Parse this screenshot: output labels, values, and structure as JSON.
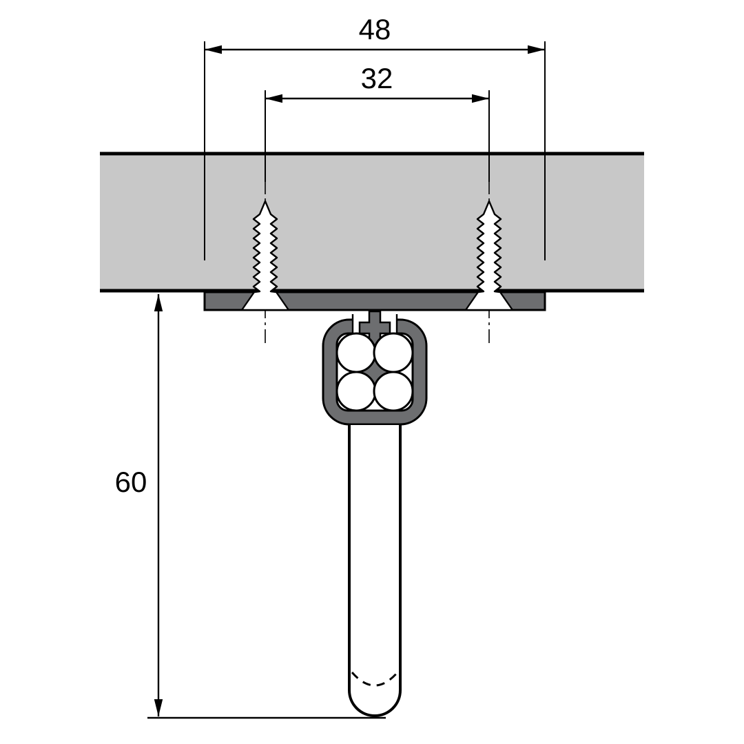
{
  "diagram": {
    "kind": "hardware-mounting-cross-section",
    "dimensions": {
      "overall_width": "48",
      "hole_spacing": "32",
      "drop_height": "60"
    },
    "colors": {
      "background": "#ffffff",
      "panel-fill": "#c8c8c8",
      "hardware-fill": "#6d6e70",
      "part-fill": "#ffffff",
      "line": "#000000"
    }
  }
}
